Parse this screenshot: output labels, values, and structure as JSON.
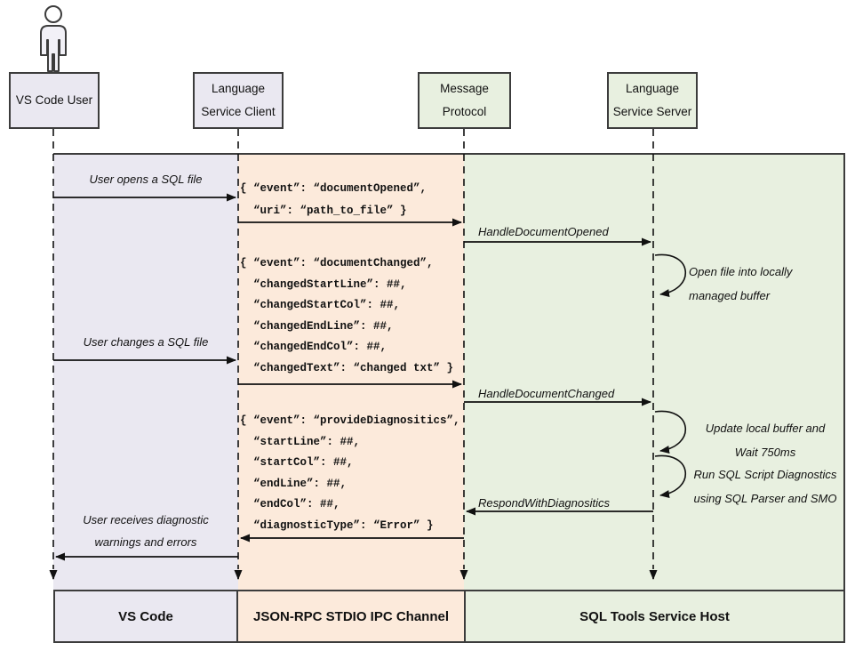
{
  "actors": {
    "user": {
      "line1": "VS Code User"
    },
    "client": {
      "line1": "Language",
      "line2": "Service Client"
    },
    "protocol": {
      "line1": "Message",
      "line2": "Protocol"
    },
    "server": {
      "line1": "Language",
      "line2": "Service Server"
    }
  },
  "messages": {
    "open_file": "User opens a SQL file",
    "change_file": "User changes a SQL file",
    "receive_line1": "User receives diagnostic",
    "receive_line2": "warnings and errors",
    "handle_opened": "HandleDocumentOpened",
    "handle_changed": "HandleDocumentChanged",
    "respond_diagnostics": "RespondWithDiagnositics"
  },
  "notes": {
    "open_buffer": {
      "line1": "Open file into locally",
      "line2": "managed buffer"
    },
    "update_buffer": {
      "line1": "Update local buffer and",
      "line2": "Wait 750ms"
    },
    "run_diagnostics": {
      "line1": "Run SQL Script Diagnostics",
      "line2": "using SQL Parser and SMO"
    }
  },
  "code": {
    "document_opened": "{ “event”: “documentOpened”,\n  “uri”: “path_to_file” }",
    "document_changed": "{ “event”: “documentChanged”,\n  “changedStartLine”: ##,\n  “changedStartCol”: ##,\n  “changedEndLine”: ##,\n  “changedEndCol”: ##,\n  “changedText”: “changed txt” }",
    "provide_diagnostics": "{ “event”: “provideDiagnositics”,\n  “startLine”: ##,\n  “startCol”: ##,\n  “endLine”: ##,\n  “endCol”: ##,\n  “diagnosticType”: “Error” }"
  },
  "footer": {
    "vscode": "VS Code",
    "ipc": "JSON-RPC STDIO IPC Channel",
    "host": "SQL Tools Service Host"
  },
  "colors": {
    "lavender": "#EAE8F1",
    "peach": "#FCEADB",
    "green": "#E8F0E0",
    "border": "#3C3C3C",
    "line": "#111111"
  }
}
